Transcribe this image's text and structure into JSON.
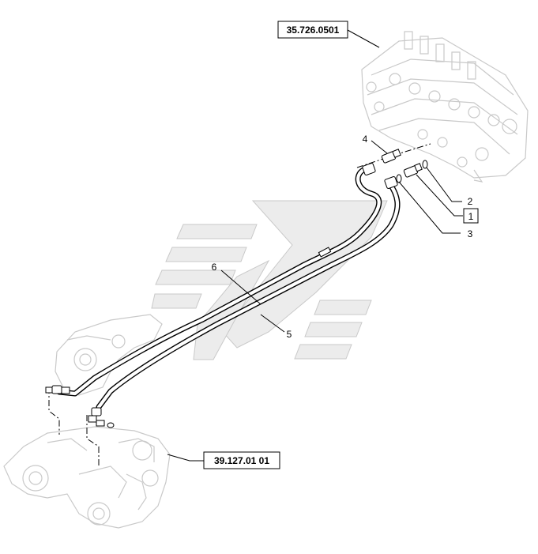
{
  "references": {
    "control_valve": "35.726.0501",
    "boom_swing": "39.127.01 01"
  },
  "callouts": {
    "item_1": "1",
    "item_2": "2",
    "item_3": "3",
    "item_4": "4",
    "item_5": "5",
    "item_6": "6"
  },
  "icons": {
    "background_mark": "watermark-logo-icon"
  }
}
